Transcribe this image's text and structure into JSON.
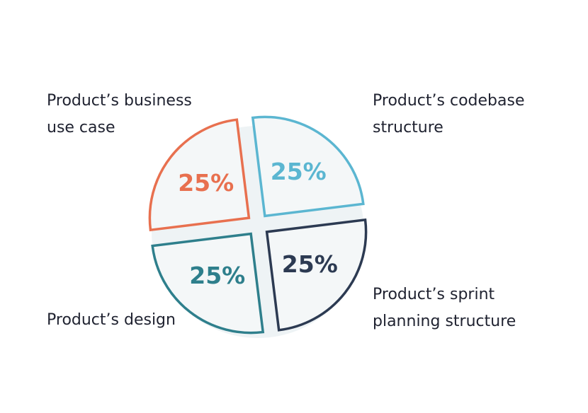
{
  "chart_data": {
    "type": "pie",
    "slices": [
      {
        "label": "Product’s business\nuse case",
        "value": 25,
        "display": "25%",
        "color": "#e8704f"
      },
      {
        "label": "Product’s codebase\nstructure",
        "value": 25,
        "display": "25%",
        "color": "#5bb6d1"
      },
      {
        "label": "Product’s sprint\nplanning structure",
        "value": 25,
        "display": "25%",
        "color": "#2c3a52"
      },
      {
        "label": "Product’s design",
        "value": 25,
        "display": "25%",
        "color": "#2e7f8c"
      }
    ],
    "background_disc_color": "#eef3f5",
    "title": "",
    "legend": "none"
  }
}
